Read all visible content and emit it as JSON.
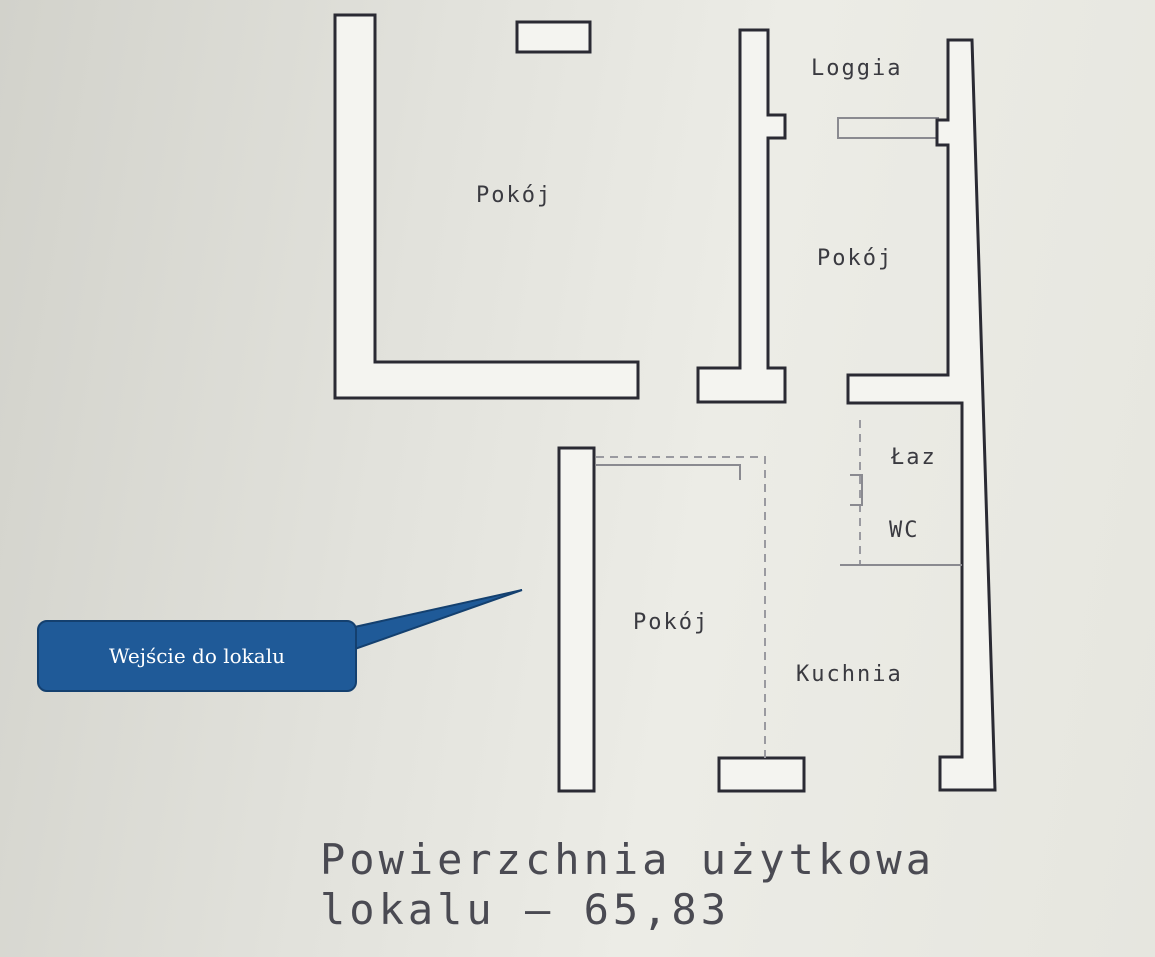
{
  "rooms": {
    "pokoj_top_left": "Pokój",
    "loggia": "Loggia",
    "pokoj_right": "Pokój",
    "laz": "Łaz",
    "wc": "WC",
    "pokoj_bottom": "Pokój",
    "kuchnia": "Kuchnia"
  },
  "callout": {
    "label": "Wejście do lokalu"
  },
  "caption": {
    "line1": "Powierzchnia użytkowa",
    "line2": "lokalu – 65,83"
  },
  "colors": {
    "wall_stroke": "#2a2a33",
    "callout_fill": "#1f5a98",
    "paper": "#e6e6df"
  }
}
